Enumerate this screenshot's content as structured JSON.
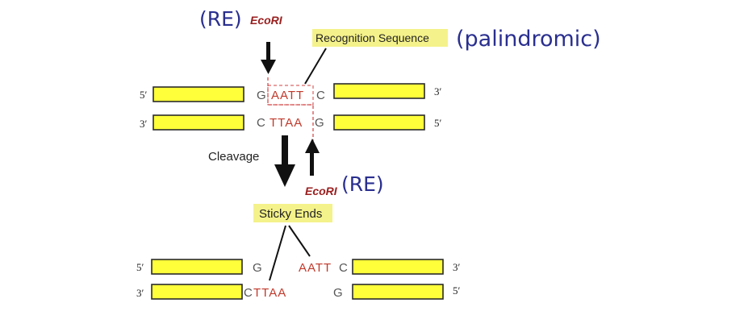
{
  "colors": {
    "strand_fill": "#ffff3a",
    "base_red": "#c0392b",
    "base_gray": "#555555",
    "enzyme_red": "#9a1f1f",
    "handwriting_blue": "#2a2f8f",
    "highlight": "#f4f28a"
  },
  "annotations": {
    "re_top": "(RE)",
    "re_bottom": "(RE)",
    "palindromic": "(palindromic)"
  },
  "enzyme": {
    "top": "EcoRI",
    "bottom": "EcoRI"
  },
  "labels": {
    "recognition_sequence": "Recognition Sequence",
    "cleavage": "Cleavage",
    "sticky_ends": "Sticky Ends"
  },
  "top_dna": {
    "row1": {
      "left_end": "5′",
      "right_end": "3′",
      "base_g": "G",
      "base_aattc": "AATT",
      "base_c": "C"
    },
    "row2": {
      "left_end": "3′",
      "right_end": "5′",
      "base_c": "C",
      "base_ttaa": "TTAA",
      "base_g": "G"
    }
  },
  "bottom_dna": {
    "row1": {
      "left_end": "5′",
      "right_end": "3′",
      "left_base": "G",
      "right_bases": "AATT",
      "right_c": "C"
    },
    "row2": {
      "left_end": "3′",
      "right_end": "5′",
      "left_c": "C",
      "left_bases": "TTAA",
      "right_base": "G"
    }
  }
}
